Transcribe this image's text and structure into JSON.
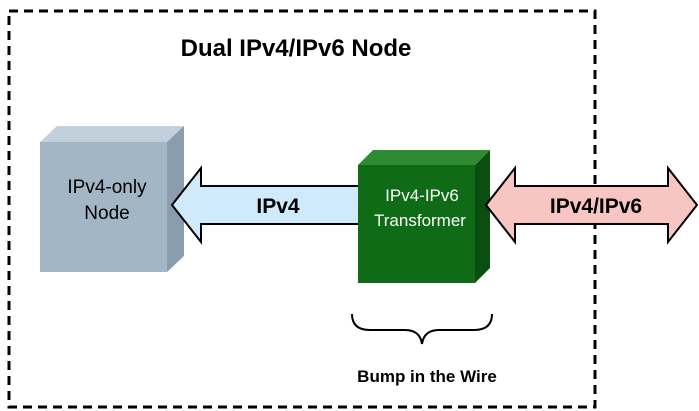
{
  "title": "Dual IPv4/IPv6 Node",
  "nodes": {
    "ipv4_only": {
      "line1": "IPv4-only",
      "line2": "Node",
      "color": "#a3b6c6"
    },
    "transformer": {
      "line1": "IPv4-IPv6",
      "line2": "Transformer",
      "color": "#0f6b16"
    }
  },
  "links": {
    "left": {
      "label": "IPv4",
      "color": "#cfeafa"
    },
    "right": {
      "label": "IPv4/IPv6",
      "color": "#f7c6c2"
    }
  },
  "annotation": {
    "label": "Bump in the Wire"
  }
}
